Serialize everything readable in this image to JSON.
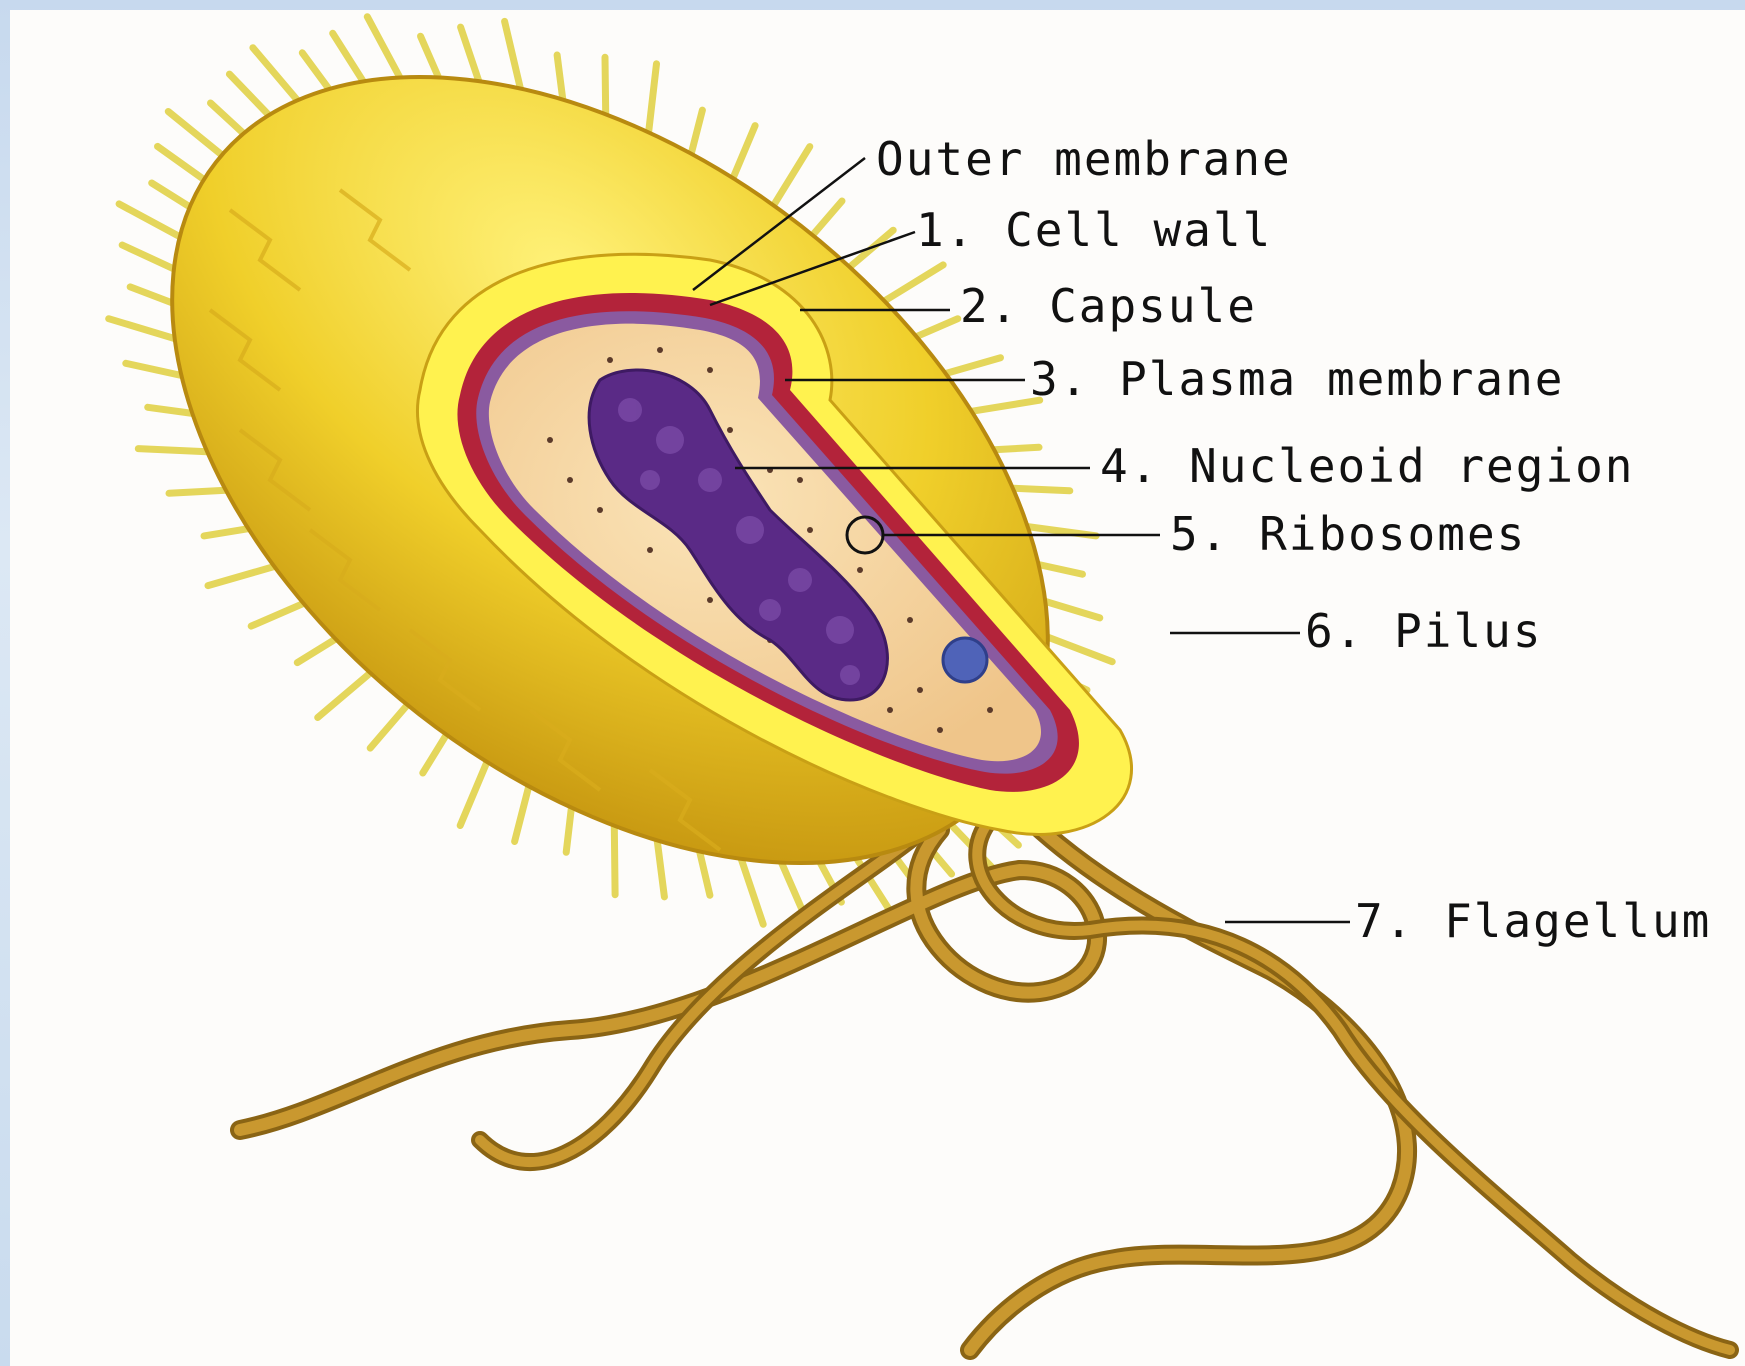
{
  "diagram": {
    "labels": {
      "outer_membrane": "Outer membrane",
      "cell_wall": "1. Cell wall",
      "capsule": "2. Capsule",
      "plasma_membrane": "3. Plasma membrane",
      "nucleoid_region": "4. Nucleoid region",
      "ribosomes": "5. Ribosomes",
      "pilus": "6. Pilus",
      "flagellum": "7. Flagellum"
    },
    "colors": {
      "capsule": "#e9c623",
      "capsule_highlight": "#fff06a",
      "cell_wall": "#b3233a",
      "cytoplasm": "#f6d7a2",
      "nucleoid": "#5a2a86",
      "plasmid": "#4f63b8",
      "flagellum": "#b88a2a",
      "pili": "#e6d85a"
    }
  }
}
